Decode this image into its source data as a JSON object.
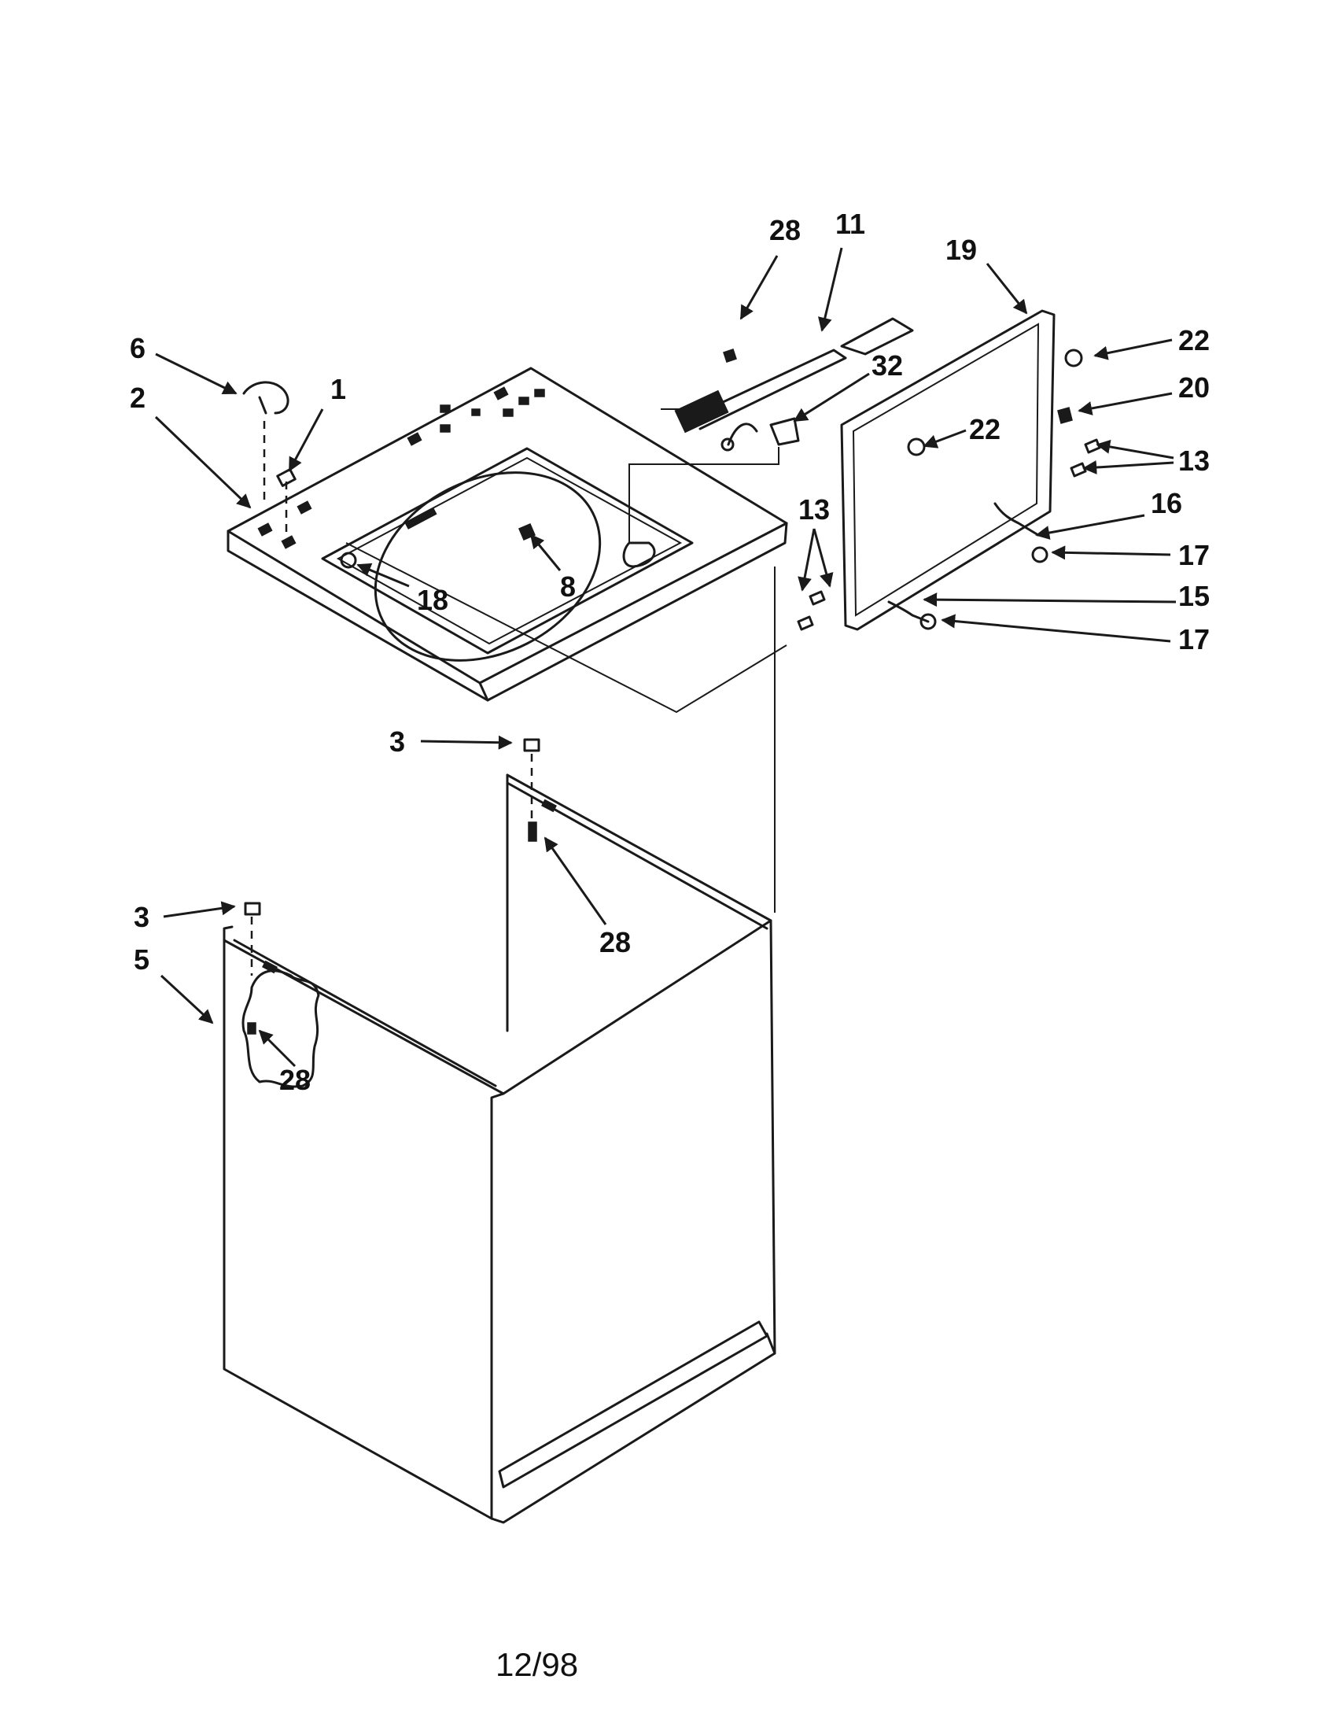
{
  "diagram": {
    "type": "exploded-parts-view",
    "callouts": [
      "28",
      "11",
      "19",
      "22",
      "20",
      "6",
      "1",
      "2",
      "32",
      "22",
      "13",
      "13",
      "16",
      "8",
      "18",
      "17",
      "15",
      "17",
      "3",
      "28",
      "3",
      "5",
      "28"
    ],
    "footer_date": "12/98"
  }
}
